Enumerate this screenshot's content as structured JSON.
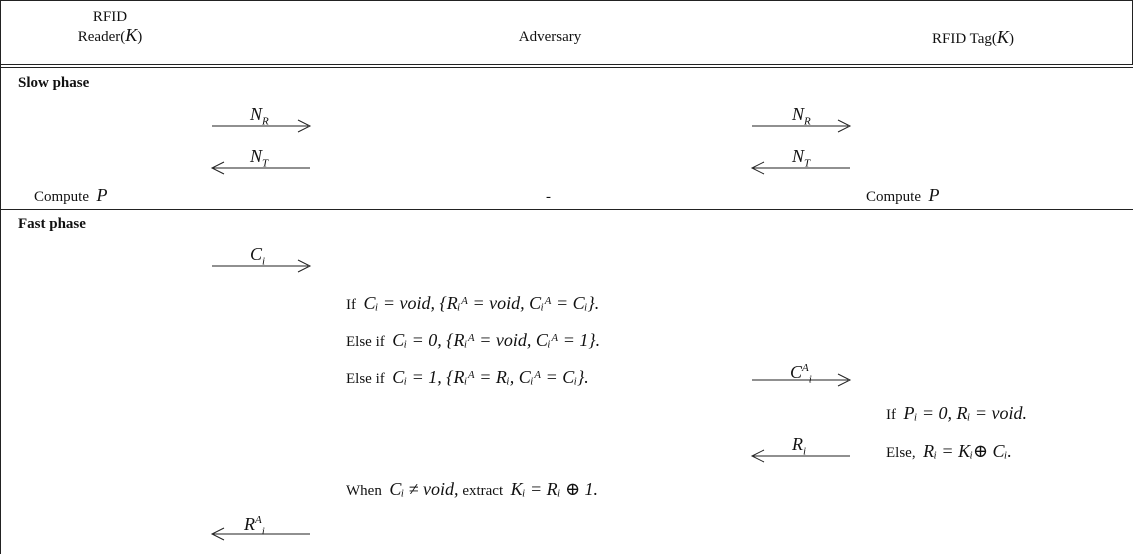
{
  "header": {
    "reader_line1": "RFID",
    "reader_line2": "Reader(",
    "reader_key": "K",
    "reader_close": ")",
    "adversary": "Adversary",
    "tag_prefix": "RFID  Tag(",
    "tag_key": "K",
    "tag_close": ")"
  },
  "slow_phase": {
    "title": "Slow phase",
    "msg_nr": "N",
    "msg_nr_sub": "R",
    "msg_nt": "N",
    "msg_nt_sub": "T",
    "compute_label": "Compute",
    "compute_var": "P",
    "adversary_dash": "-"
  },
  "fast_phase": {
    "title": "Fast phase",
    "msg_ci": "C",
    "msg_ci_sub": "i",
    "rule1_prefix": "If",
    "rule1_math": "Cᵢ = void,  {Rᵢᴬ = void,  Cᵢᴬ = Cᵢ}.",
    "rule2_prefix": "Else  if",
    "rule2_math": "Cᵢ = 0,  {Rᵢᴬ = void,  Cᵢᴬ = 1}.",
    "rule3_prefix": "Else  if",
    "rule3_math": "Cᵢ = 1,  {Rᵢᴬ = Rᵢ,  Cᵢᴬ = Cᵢ}.",
    "msg_cia": "C",
    "msg_cia_sub": "i",
    "msg_cia_sup": "A",
    "tag_rule1_prefix": "If",
    "tag_rule1_math": "Pᵢ = 0,  Rᵢ = void.",
    "tag_rule2_prefix": "Else,",
    "tag_rule2_math": "Rᵢ = Kᵢ⊕ Cᵢ.",
    "msg_ri": "R",
    "msg_ri_sub": "i",
    "extract_prefix": "When",
    "extract_math": "Cᵢ ≠ void,",
    "extract_word": "extract",
    "extract_math2": "Kᵢ = Rᵢ ⊕ 1.",
    "msg_ria": "R",
    "msg_ria_sub": "i",
    "msg_ria_sup": "A"
  }
}
